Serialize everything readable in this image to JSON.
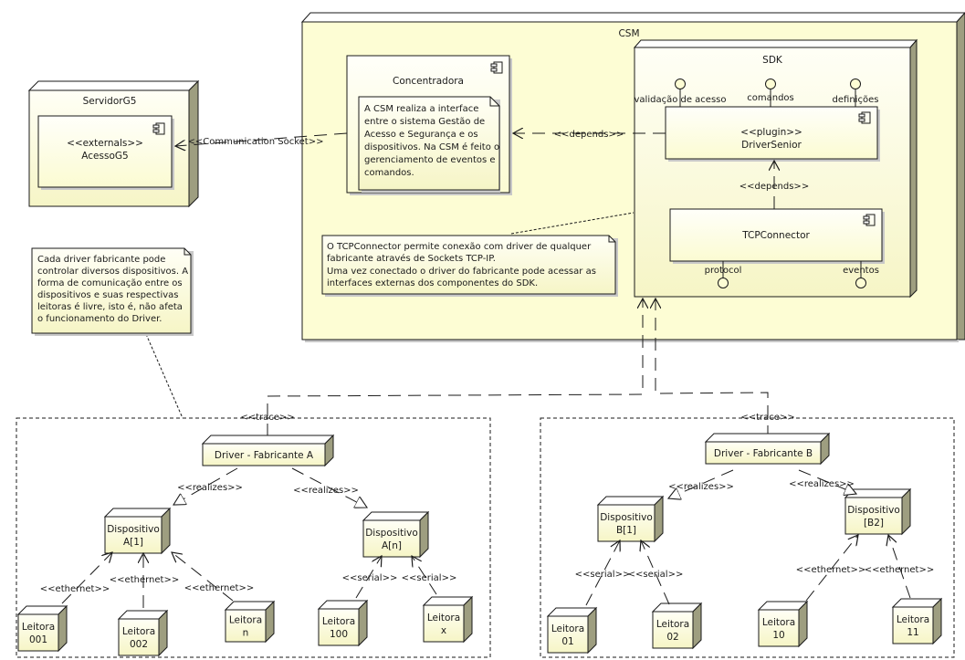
{
  "diagram": {
    "type": "UML deployment/component diagram",
    "nodes": {
      "servidor": {
        "title": "ServidorG5",
        "component": {
          "stereotype": "<<externals>>",
          "name": "AcessoG5"
        }
      },
      "csm": {
        "title": "CSM",
        "concentradora": {
          "name": "Concentradora",
          "note": [
            "A CSM realiza a interface",
            "entre o sistema Gestão de",
            "Acesso e Segurança e os",
            "dispositivos. Na CSM é feito o",
            "gerenciamento de eventos e",
            "comandos."
          ]
        },
        "sdk": {
          "title": "SDK",
          "interfaces_top": [
            "validação de acesso",
            "comandos",
            "definições"
          ],
          "driver_senior": {
            "stereotype": "<<plugin>>",
            "name": "DriverSenior"
          },
          "tcp_connector": {
            "name": "TCPConnector"
          },
          "interfaces_bottom": [
            "protocol",
            "eventos"
          ]
        },
        "tcp_note": [
          "O TCPConnector permite conexão com driver de qualquer",
          "fabricante através de Sockets TCP-IP.",
          "Uma vez conectado o driver do fabricante pode acessar as",
          "interfaces externas dos componentes do SDK."
        ]
      }
    },
    "driver_note": [
      "Cada driver fabricante pode",
      "controlar diversos dispositivos. A",
      "forma de comunicação entre os",
      "dispositivos e suas respectivas",
      "leitoras é livre, isto é, não afeta",
      "o funcionamento do Driver."
    ],
    "relations": {
      "communication_socket": "<<Communication Socket>>",
      "depends_1": "<<depends>>",
      "depends_2": "<<depends>>",
      "trace_a": "<<trace>>",
      "trace_b": "<<trace>>"
    },
    "group_a": {
      "driver": "Driver - Fabricante A",
      "realizes_left": "<<realizes>>",
      "realizes_right": "<<realizes>>",
      "devices": [
        {
          "line1": "Dispositivo",
          "line2": "A[1]"
        },
        {
          "line1": "Dispositivo",
          "line2": "A[n]"
        }
      ],
      "links": [
        "<<ethernet>>",
        "<<ethernet>>",
        "<<ethernet>>",
        "<<serial>>",
        "<<serial>>"
      ],
      "readers": [
        {
          "line1": "Leitora",
          "line2": "001"
        },
        {
          "line1": "Leitora",
          "line2": "002"
        },
        {
          "line1": "Leitora",
          "line2": "n"
        },
        {
          "line1": "Leitora",
          "line2": "100"
        },
        {
          "line1": "Leitora",
          "line2": "x"
        }
      ]
    },
    "group_b": {
      "driver": "Driver - Fabricante B",
      "realizes_left": "<<realizes>>",
      "realizes_right": "<<realizes>>",
      "devices": [
        {
          "line1": "Dispositivo",
          "line2": "B[1]"
        },
        {
          "line1": "Dispositivo",
          "line2": "[B2]"
        }
      ],
      "links": [
        "<<serial>>",
        "<<serial>>",
        "<<ethernet>>",
        "<<ethernet>>"
      ],
      "readers": [
        {
          "line1": "Leitora",
          "line2": "01"
        },
        {
          "line1": "Leitora",
          "line2": "02"
        },
        {
          "line1": "Leitora",
          "line2": "10"
        },
        {
          "line1": "Leitora",
          "line2": "11"
        }
      ]
    },
    "colors": {
      "node_fill": "#fdfde0",
      "node_fill_grad": "#f6f5c4",
      "node_side": "#9e9e80",
      "stroke": "#1a1a1a",
      "shadow": "#c8c8c8"
    }
  }
}
